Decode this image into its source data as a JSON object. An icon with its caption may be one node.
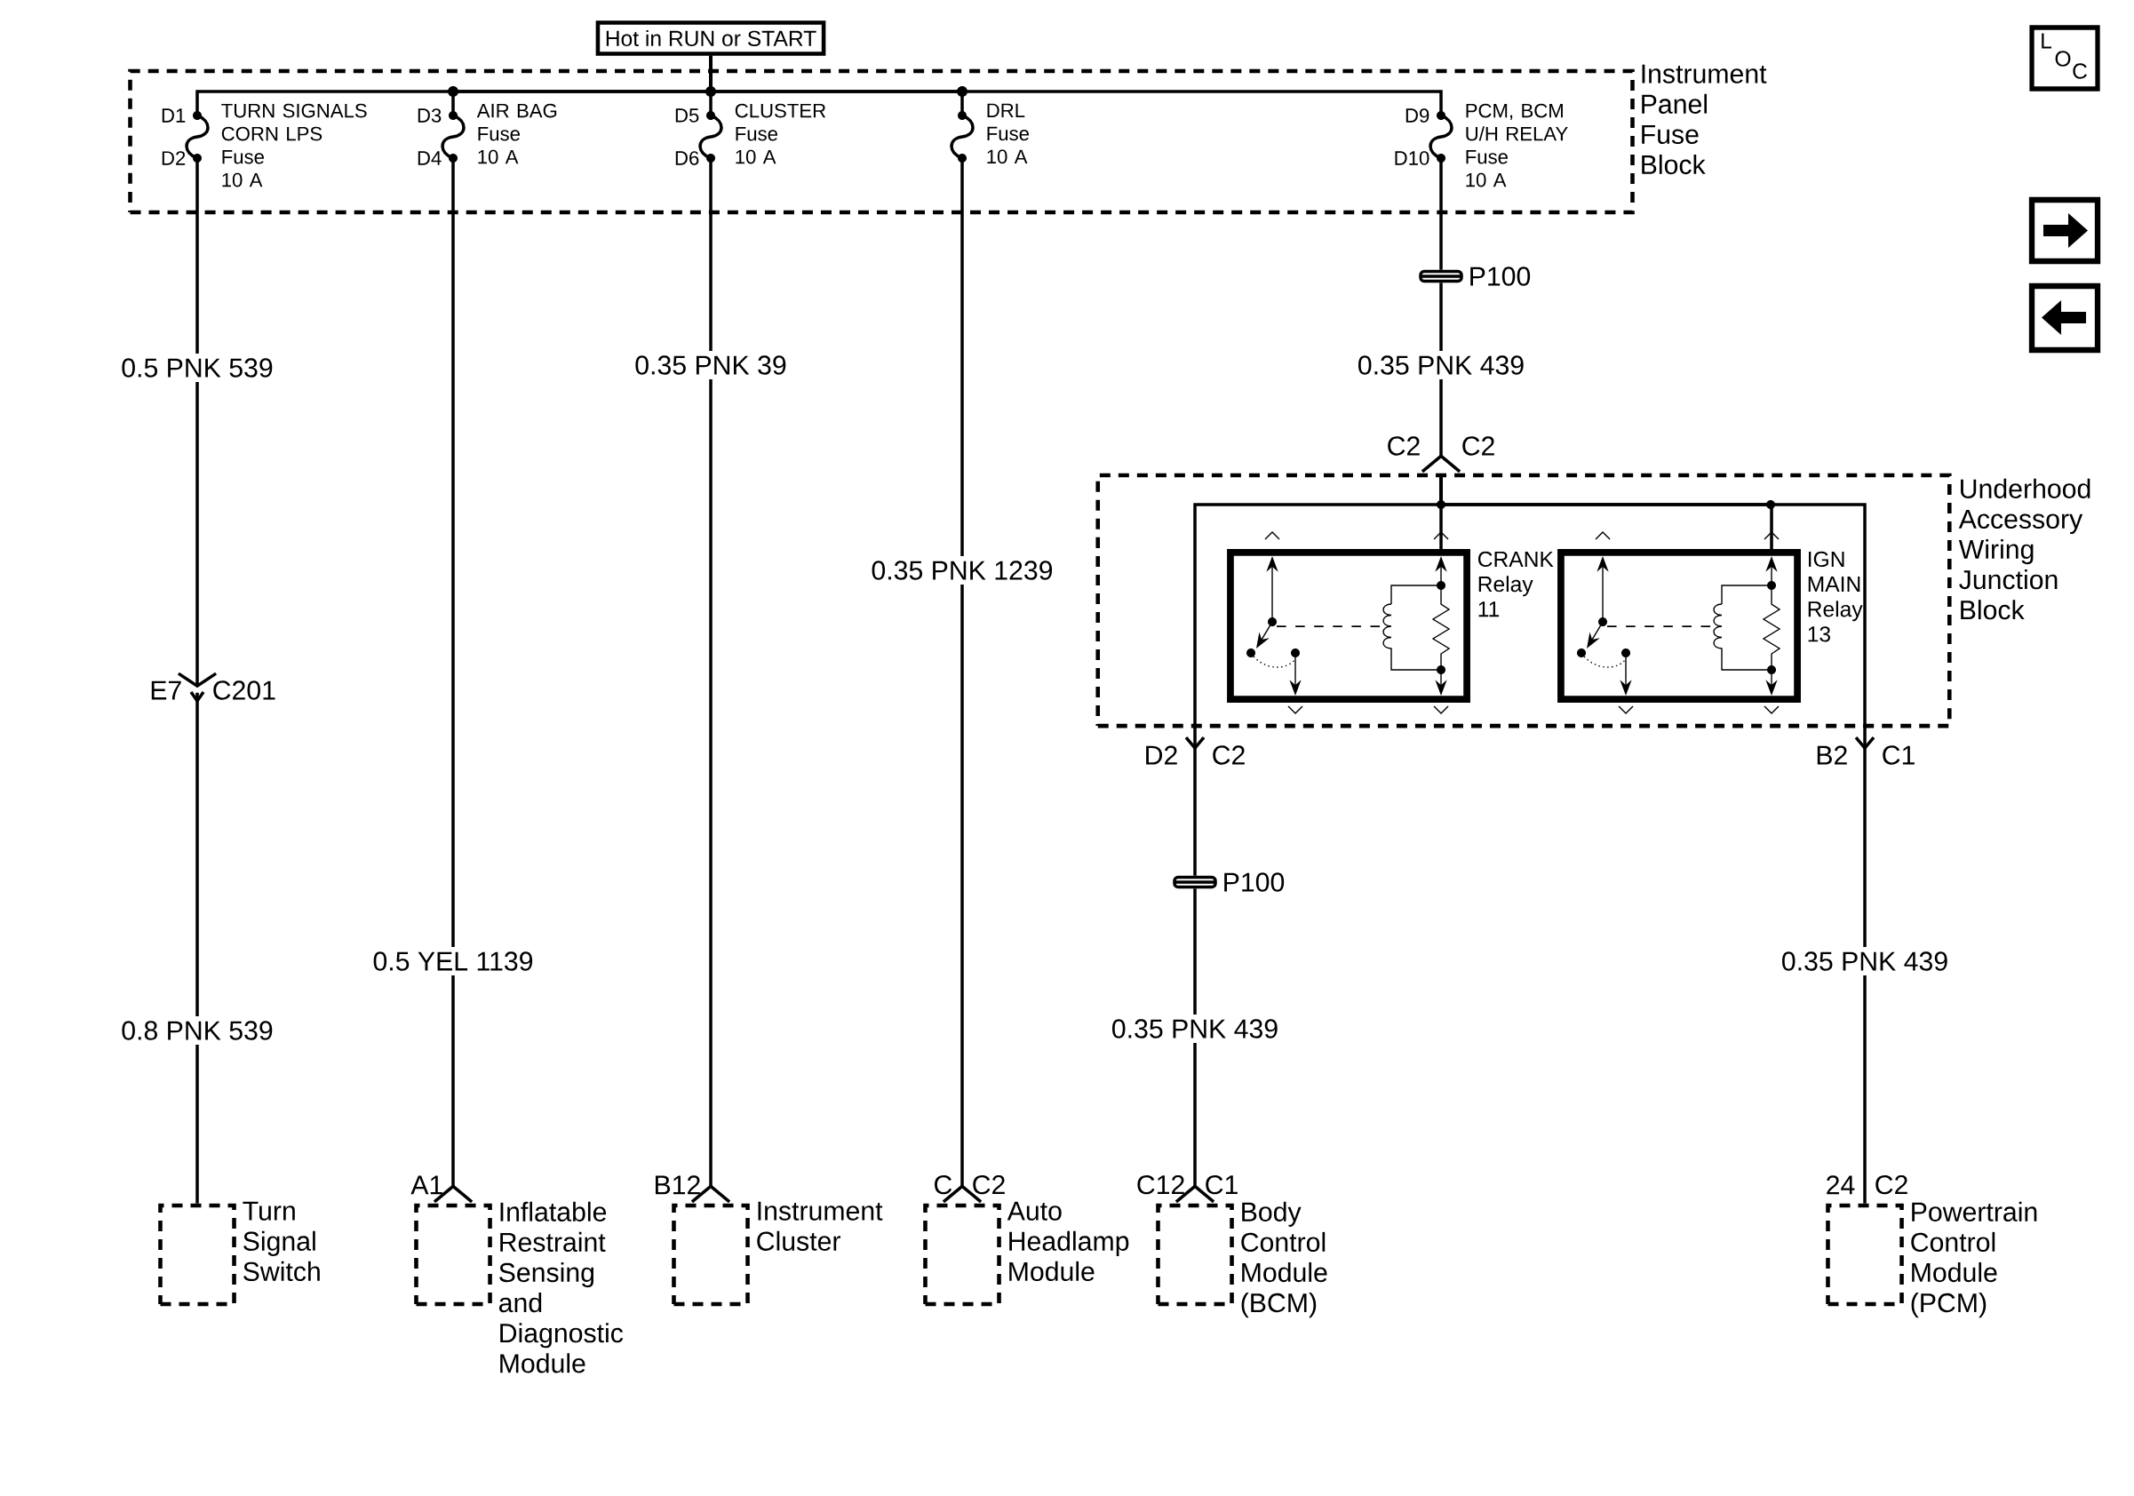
{
  "diagram": {
    "nodes": [
      {
        "text": [
          "Instrument Panel Fuse Block"
        ]
      },
      {
        "text": [
          "Hot in RUN or START"
        ]
      },
      {
        "text": [
          "TURN SIGNALS CORN LPS",
          "Fuse",
          "10 A"
        ],
        "beside": [
          "D1",
          "D2"
        ],
        "in": 0
      },
      {
        "text": [
          "AIR BAG",
          "Fuse",
          "10 A"
        ],
        "beside": [
          "D3",
          "D4"
        ],
        "in": 0
      },
      {
        "text": [
          "CLUSTER",
          "Fuse",
          "10 A"
        ],
        "beside": [
          "D5",
          "D6"
        ],
        "in": 0
      },
      {
        "text": [
          "DRL",
          "Fuse",
          "10 A"
        ],
        "in": 0
      },
      {
        "text": [
          "PCM, BCM U/H RELAY",
          "Fuse",
          "10 A"
        ],
        "beside": [
          "D9",
          "D10"
        ],
        "in": 0
      },
      {
        "text": [
          "P100"
        ]
      },
      {
        "text": [
          "Underhood Accessory Wiring Junction Block"
        ],
        "beside": [
          "C2",
          "C2",
          "D2",
          "C2",
          "B2",
          "C1"
        ]
      },
      {
        "text": [
          "CRANK Relay 11"
        ],
        "in": 8
      },
      {
        "text": [
          "IGN MAIN Relay 13"
        ],
        "in": 8
      },
      {
        "text": [
          "P100"
        ]
      },
      {
        "text": [
          "Turn Signal Switch"
        ]
      },
      {
        "text": [
          "Inflatable Restraint Sensing and Diagnostic Module"
        ],
        "beside": [
          "A1"
        ]
      },
      {
        "text": [
          "Instrument Cluster"
        ],
        "beside": [
          "B12"
        ]
      },
      {
        "text": [
          "Auto Headlamp Module"
        ],
        "beside": [
          "C",
          "C2"
        ]
      },
      {
        "text": [
          "Body Control Module (BCM)"
        ],
        "beside": [
          "C12",
          "C1"
        ]
      },
      {
        "text": [
          "Powertrain Control Module (PCM)"
        ],
        "beside": [
          "24",
          "C2"
        ]
      },
      {
        "text": [
          "C201"
        ],
        "beside": [
          "E7"
        ]
      }
    ],
    "edges": [
      {
        "from": 1,
        "to": 2,
        "arrow": "none"
      },
      {
        "from": 1,
        "to": 3,
        "arrow": "none"
      },
      {
        "from": 1,
        "to": 4,
        "arrow": "none"
      },
      {
        "from": 1,
        "to": 5,
        "arrow": "none"
      },
      {
        "from": 1,
        "to": 6,
        "arrow": "none"
      },
      {
        "from": 2,
        "to": 18,
        "label": "0.5 PNK 539",
        "arrow": "to"
      },
      {
        "from": 18,
        "to": 12,
        "label": "0.8 PNK 539",
        "arrow": "other"
      },
      {
        "from": 3,
        "to": 13,
        "label": "0.5 YEL 1139",
        "arrow": "other"
      },
      {
        "from": 4,
        "to": 14,
        "label": "0.35 PNK 39",
        "arrow": "other"
      },
      {
        "from": 5,
        "to": 15,
        "label": "0.35 PNK 1239",
        "arrow": "other"
      },
      {
        "from": 6,
        "to": 7,
        "arrow": "none"
      },
      {
        "from": 7,
        "to": 8,
        "label": "0.35 PNK 439",
        "arrow": "other"
      },
      {
        "from": 8,
        "to": 9,
        "arrow": "none"
      },
      {
        "from": 8,
        "to": 10,
        "arrow": "none"
      },
      {
        "from": 8,
        "to": 11,
        "arrow": "to"
      },
      {
        "from": 11,
        "to": 16,
        "label": "0.35 PNK 439",
        "arrow": "other"
      },
      {
        "from": 8,
        "to": 17,
        "label": "0.35 PNK 439",
        "arrow": "to"
      }
    ],
    "labels": [
      "L",
      "O",
      "C"
    ]
  }
}
